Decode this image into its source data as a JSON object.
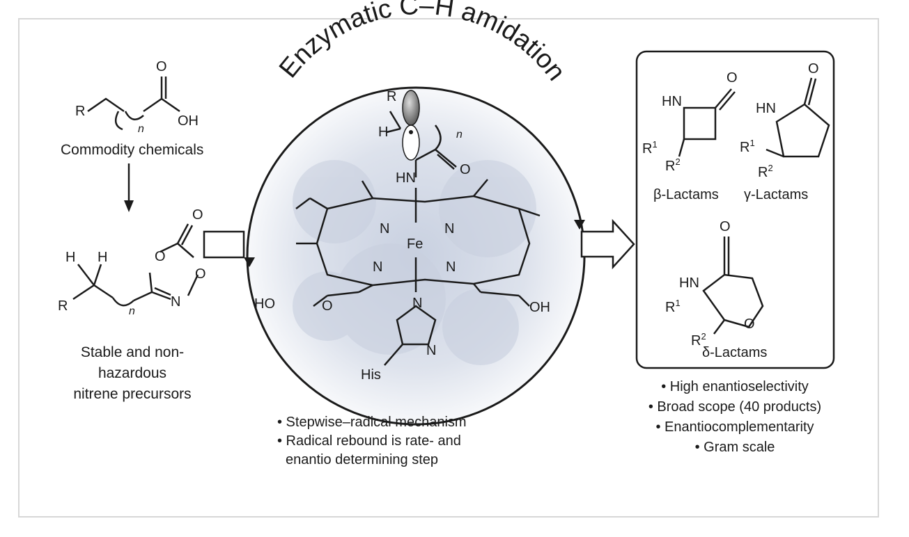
{
  "title": "Enzymatic C–H amidation",
  "left": {
    "caption_top": "Commodity chemicals",
    "caption_bottom": [
      "Stable and non-",
      "hazardous",
      "nitrene precursors"
    ],
    "atoms": {
      "O": "O",
      "OH": "OH",
      "R": "R",
      "n": "n",
      "H": "H",
      "N": "N"
    }
  },
  "center": {
    "fe": "Fe",
    "hn": "HN",
    "his": "His",
    "ho": "HO",
    "oh": "OH",
    "bullets": [
      "• Stepwise–radical mechanism",
      "• Radical rebound is rate- and",
      "enantio determining step"
    ]
  },
  "right": {
    "beta": "β-Lactams",
    "gamma": "γ-Lactams",
    "delta": "δ-Lactams",
    "hn": "HN",
    "r1": "R",
    "r2": "R",
    "bullets": [
      "• High enantioselectivity",
      "• Broad scope (40 products)",
      "• Enantiocomplementarity",
      "• Gram scale"
    ]
  }
}
